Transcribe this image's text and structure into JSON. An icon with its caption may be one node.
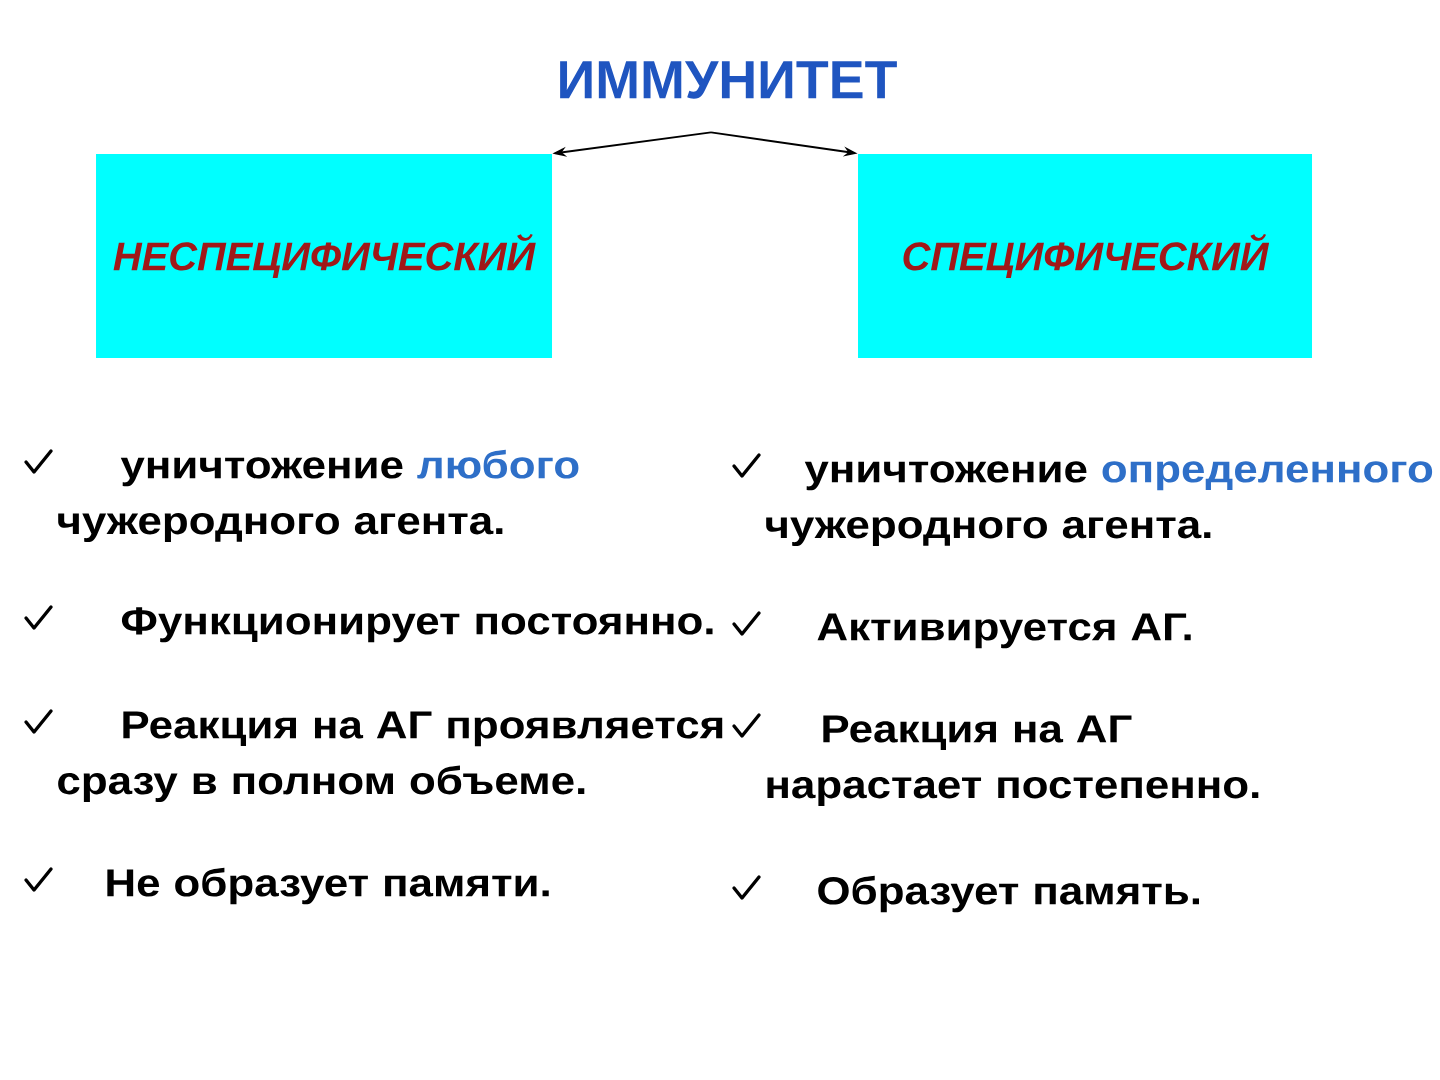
{
  "diagram": {
    "nodes": [
      {
        "text": [
          "ИММУНИТЕТ"
        ]
      },
      {
        "text": [
          "НЕСПЕЦИФИЧЕСКИЙ"
        ]
      },
      {
        "text": [
          "СПЕЦИФИЧЕСКИЙ"
        ]
      }
    ],
    "edges": [
      {
        "from": 0,
        "to": 1,
        "arrow": "to"
      },
      {
        "from": 0,
        "to": 2,
        "arrow": "to"
      }
    ],
    "labels": [
      "уничтожение любого чужеродного агента.",
      "уничтожение определенного чужеродного агента.",
      "Функционирует постоянно.",
      "Активируется АГ.",
      "Реакция на АГ проявляется сразу в полном объеме.",
      "Реакция на АГ нарастает постепенно.",
      "Не образует памяти.",
      "Образует память."
    ]
  }
}
